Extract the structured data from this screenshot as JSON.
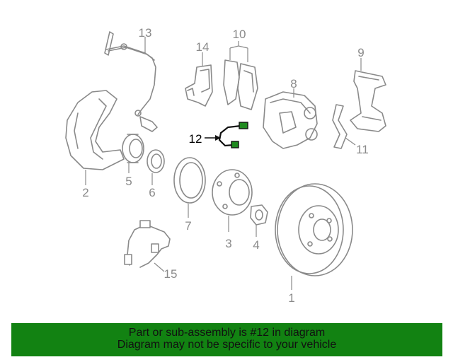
{
  "callouts": {
    "n1": "1",
    "n2": "2",
    "n3": "3",
    "n4": "4",
    "n5": "5",
    "n6": "6",
    "n7": "7",
    "n8": "8",
    "n9": "9",
    "n10": "10",
    "n11": "11",
    "n12": "12",
    "n13": "13",
    "n14": "14",
    "n15": "15"
  },
  "banner": {
    "line1": "Part or sub-assembly is #12 in diagram",
    "line2": "Diagram may not be specific to your vehicle"
  },
  "colors": {
    "banner_bg": "#128212",
    "highlight_part": "#1f8a1f",
    "line_art": "#8a8a8a"
  }
}
